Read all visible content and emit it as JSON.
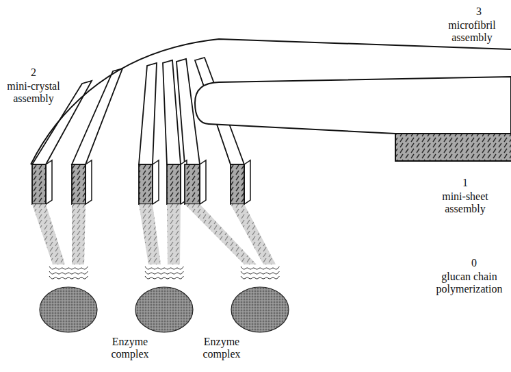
{
  "diagram": {
    "labels": [
      "3",
      "microfibril assembly",
      "2",
      "mini-crystal assembly",
      "1",
      "mini-sheet assembly",
      "0",
      "glucan chain polymerization",
      "Enzyme complex",
      "Enzyme complex"
    ]
  }
}
